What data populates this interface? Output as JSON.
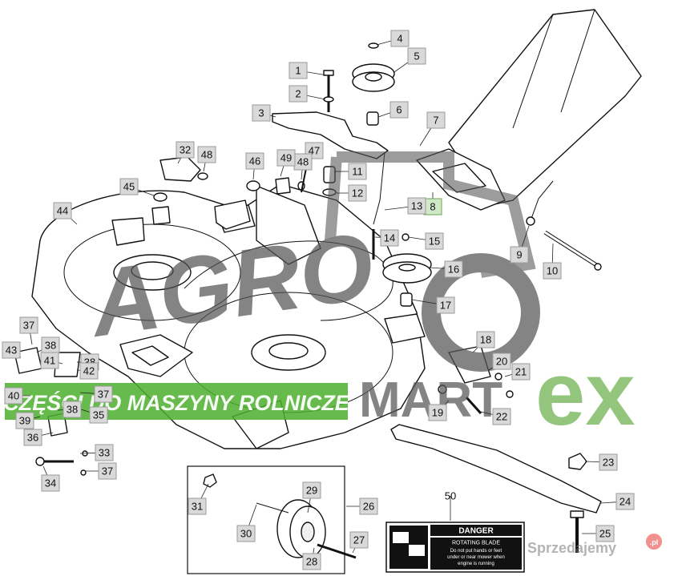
{
  "callouts": [
    {
      "id": "c1",
      "label": "1"
    },
    {
      "id": "c2",
      "label": "2"
    },
    {
      "id": "c3",
      "label": "3"
    },
    {
      "id": "c4",
      "label": "4"
    },
    {
      "id": "c5",
      "label": "5"
    },
    {
      "id": "c6",
      "label": "6"
    },
    {
      "id": "c7",
      "label": "7"
    },
    {
      "id": "c8",
      "label": "8"
    },
    {
      "id": "c9",
      "label": "9"
    },
    {
      "id": "c10",
      "label": "10"
    },
    {
      "id": "c11",
      "label": "11"
    },
    {
      "id": "c12",
      "label": "12"
    },
    {
      "id": "c13",
      "label": "13"
    },
    {
      "id": "c14",
      "label": "14"
    },
    {
      "id": "c15",
      "label": "15"
    },
    {
      "id": "c16",
      "label": "16"
    },
    {
      "id": "c17",
      "label": "17"
    },
    {
      "id": "c18",
      "label": "18"
    },
    {
      "id": "c19",
      "label": "19"
    },
    {
      "id": "c20",
      "label": "20"
    },
    {
      "id": "c21",
      "label": "21"
    },
    {
      "id": "c22",
      "label": "22"
    },
    {
      "id": "c23",
      "label": "23"
    },
    {
      "id": "c24",
      "label": "24"
    },
    {
      "id": "c25",
      "label": "25"
    },
    {
      "id": "c26",
      "label": "26"
    },
    {
      "id": "c27",
      "label": "27"
    },
    {
      "id": "c28",
      "label": "28"
    },
    {
      "id": "c29",
      "label": "29"
    },
    {
      "id": "c30",
      "label": "30"
    },
    {
      "id": "c31",
      "label": "31"
    },
    {
      "id": "c32",
      "label": "32"
    },
    {
      "id": "c33",
      "label": "33"
    },
    {
      "id": "c34",
      "label": "34"
    },
    {
      "id": "c35",
      "label": "35"
    },
    {
      "id": "c36",
      "label": "36"
    },
    {
      "id": "c37a",
      "label": "37"
    },
    {
      "id": "c37b",
      "label": "37"
    },
    {
      "id": "c37c",
      "label": "37"
    },
    {
      "id": "c38a",
      "label": "38"
    },
    {
      "id": "c38b",
      "label": "38"
    },
    {
      "id": "c38c",
      "label": "38"
    },
    {
      "id": "c39",
      "label": "39"
    },
    {
      "id": "c40",
      "label": "40"
    },
    {
      "id": "c41",
      "label": "41"
    },
    {
      "id": "c42",
      "label": "42"
    },
    {
      "id": "c43",
      "label": "43"
    },
    {
      "id": "c44",
      "label": "44"
    },
    {
      "id": "c45",
      "label": "45"
    },
    {
      "id": "c46",
      "label": "46"
    },
    {
      "id": "c47",
      "label": "47"
    },
    {
      "id": "c48a",
      "label": "48"
    },
    {
      "id": "c48b",
      "label": "48"
    },
    {
      "id": "c49",
      "label": "49"
    },
    {
      "id": "c50",
      "label": "50"
    }
  ],
  "danger_label": {
    "heading": "DANGER",
    "line1": "ROTATING BLADE",
    "line2": "Do not put hands or feet",
    "line3": "under or near mower when",
    "line4": "engine is running"
  },
  "watermarks": {
    "logo_text": "AGRO",
    "brand_mart": "MART",
    "brand_ex": "ex",
    "banner": "CZĘŚCI DO MASZYNY ROLNICZE",
    "site": "Sprzedajemy",
    "site_badge": ".pl"
  },
  "colors": {
    "callout_fill": "#d9d9d9",
    "banner_green": "#4caf2e",
    "ex_green": "#6ab04c",
    "watermark_grey": "#555555"
  }
}
